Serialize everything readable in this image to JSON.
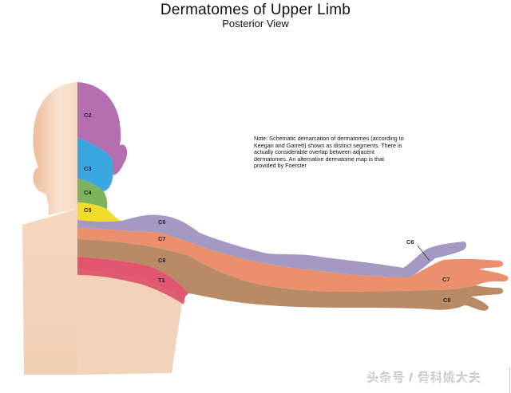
{
  "header": {
    "title": "Dermatomes of Upper Limb",
    "subtitle": "Posterior View"
  },
  "note": {
    "text": "Note: Schematic demarcation of dermatomes (according to Keegan and Garrett) shown as distinct segments. There is actually considerable overlap between adjacent dermatomes.  An alternative dermatome map is that provided by Foerster"
  },
  "dermatomes": [
    {
      "label": "C2",
      "color": "#b56fb0"
    },
    {
      "label": "C3",
      "color": "#3aa7e0"
    },
    {
      "label": "C4",
      "color": "#7cb35b"
    },
    {
      "label": "C5",
      "color": "#f2dc2a"
    },
    {
      "label": "C6",
      "color": "#a39ac4"
    },
    {
      "label": "C7",
      "color": "#ec8f6c"
    },
    {
      "label": "C8",
      "color": "#b88a66"
    },
    {
      "label": "T1",
      "color": "#e2556e"
    }
  ],
  "hand_labels": {
    "c6": "C6",
    "c7": "C7",
    "c8": "C8"
  },
  "colors": {
    "skin": "#f3d4bd",
    "background": "#ffffff"
  },
  "watermark": {
    "text": "头条号 / 骨科姚大夫"
  }
}
